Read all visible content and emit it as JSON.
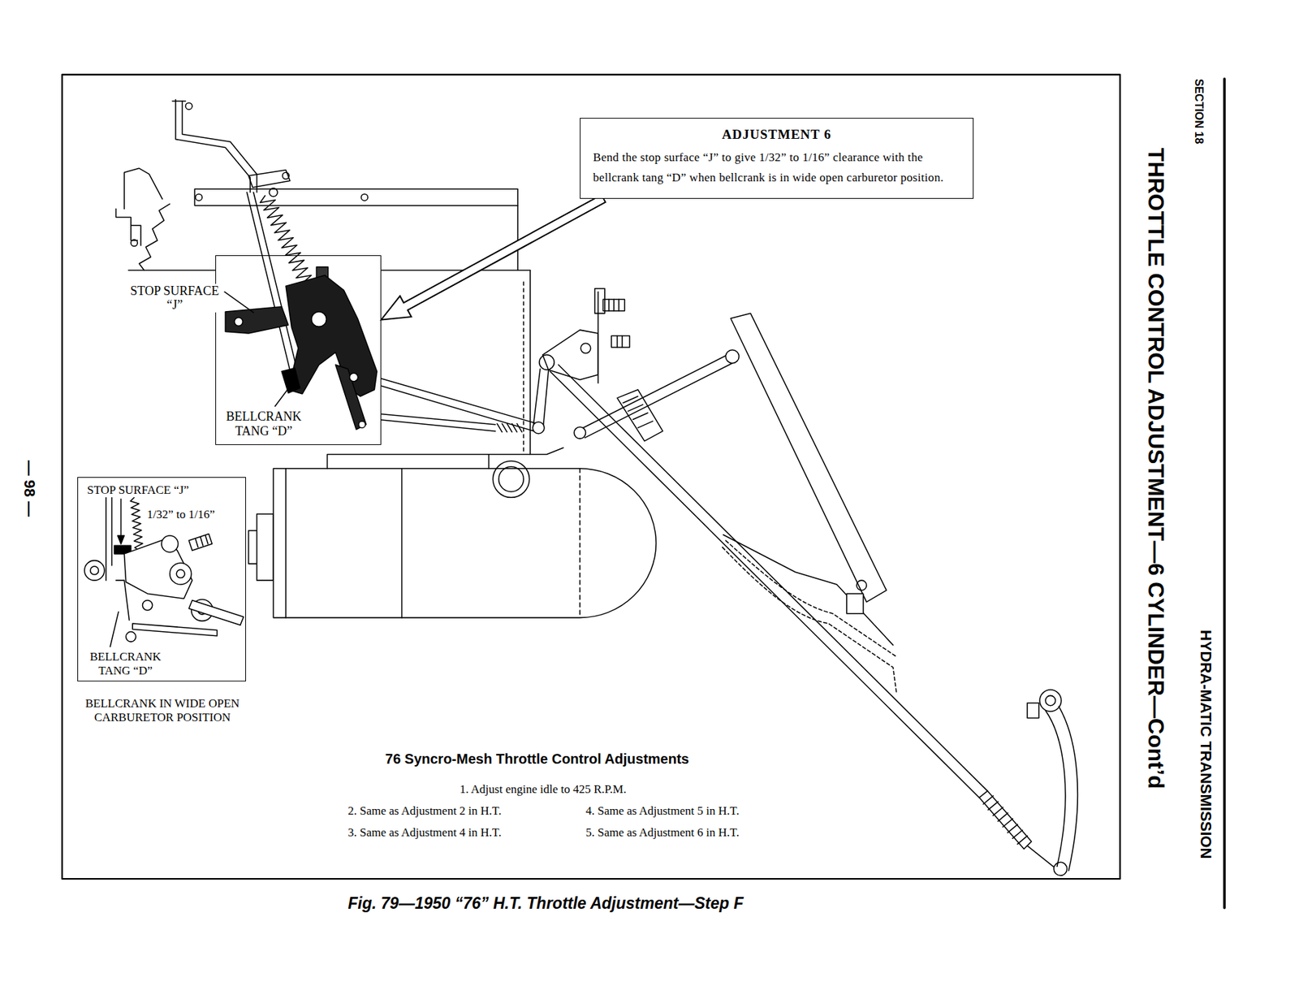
{
  "diagram": {
    "title": "THROTTLE CONTROL ADJUSTMENT—6 CYLINDER—Cont’d",
    "caption": "Fig. 79—1950 “76” H.T. Throttle Adjustment—Step F",
    "nodes": [
      {
        "text": [
          "ADJUSTMENT 6",
          "Bend the stop surface “J” to give 1/32” to 1/16” clearance with the bellcrank tang “D” when bellcrank is in wide open carburetor position."
        ]
      },
      {
        "text": [
          "BELLCRANK TANG “D”"
        ]
      },
      {
        "text": [
          "STOP SURFACE “J”",
          "1/32” to 1/16”",
          "BELLCRANK TANG “D”",
          "BELLCRANK IN WIDE OPEN CARBURETOR POSITION"
        ]
      }
    ],
    "edges": [
      {
        "from": 0,
        "to": 1,
        "arrow": "to"
      }
    ],
    "labels": [
      "SECTION 18",
      "HYDRA-MATIC TRANSMISSION",
      "— 98 —",
      "STOP SURFACE “J”",
      "76 Syncro-Mesh Throttle Control Adjustments",
      "1. Adjust engine idle to 425 R.P.M.",
      "2. Same as Adjustment 2 in H.T.",
      "3. Same as Adjustment 4 in H.T.",
      "4. Same as Adjustment 5 in H.T.",
      "5. Same as Adjustment 6 in H.T."
    ]
  }
}
